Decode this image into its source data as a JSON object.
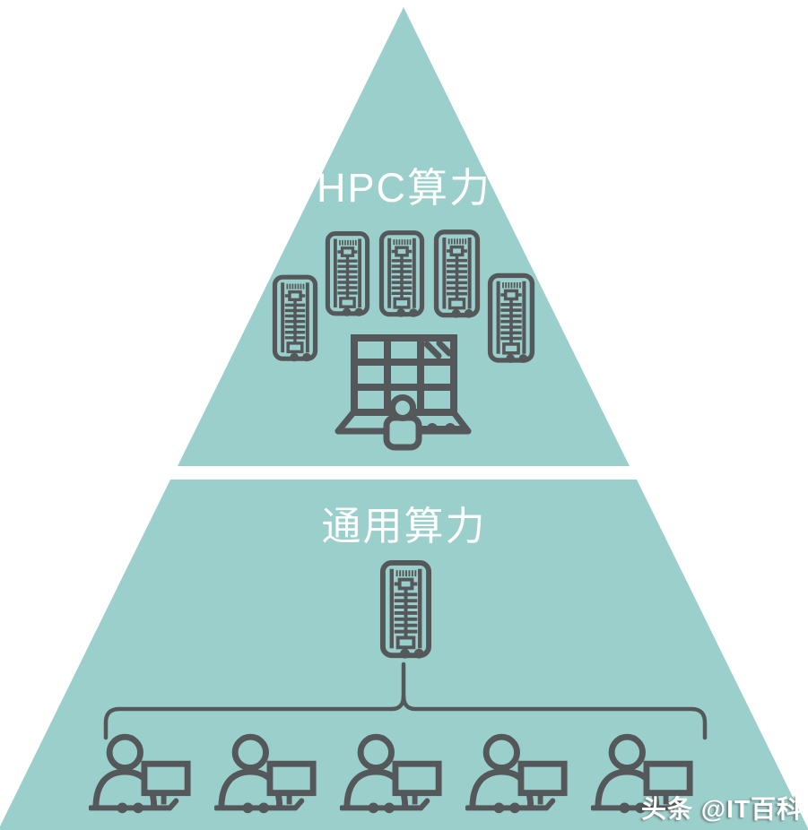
{
  "diagram": {
    "type": "pyramid",
    "tiers": [
      {
        "id": "hpc",
        "label": "HPC算力",
        "position": "top",
        "icons": [
          {
            "name": "rack-server-icon",
            "count": 5
          },
          {
            "name": "mainframe-grid-icon",
            "count": 1
          },
          {
            "name": "operator-person-icon",
            "count": 1
          }
        ]
      },
      {
        "id": "general",
        "label": "通用算力",
        "position": "bottom",
        "icons": [
          {
            "name": "rack-server-icon",
            "count": 1
          },
          {
            "name": "user-workstation-icon",
            "count": 5
          }
        ],
        "connector": "brace-fanout"
      }
    ]
  },
  "watermark": {
    "text": "头条 @IT百科"
  },
  "colors": {
    "pyramid_fill": "#9bcfcb",
    "icon_stroke": "#55585a",
    "label_text": "#ffffff",
    "background": "#ffffff"
  }
}
